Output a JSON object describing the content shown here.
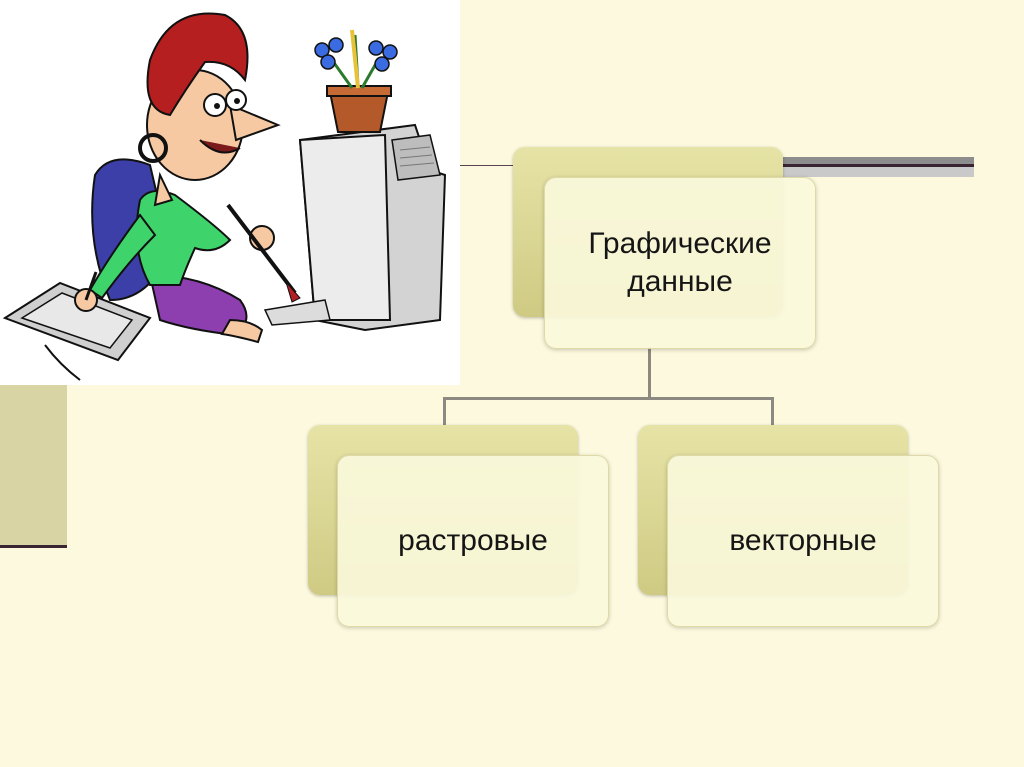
{
  "diagram": {
    "root": {
      "label": "Графические\nданные"
    },
    "children": [
      {
        "label": "растровые"
      },
      {
        "label": "векторные"
      }
    ]
  },
  "colors": {
    "background": "#fcf9de",
    "box_back": "#d6d18f",
    "box_front": "#faf8dc",
    "accent_dark": "#3a2431"
  },
  "illustration": {
    "icon": "woman-at-computer-illustration"
  }
}
